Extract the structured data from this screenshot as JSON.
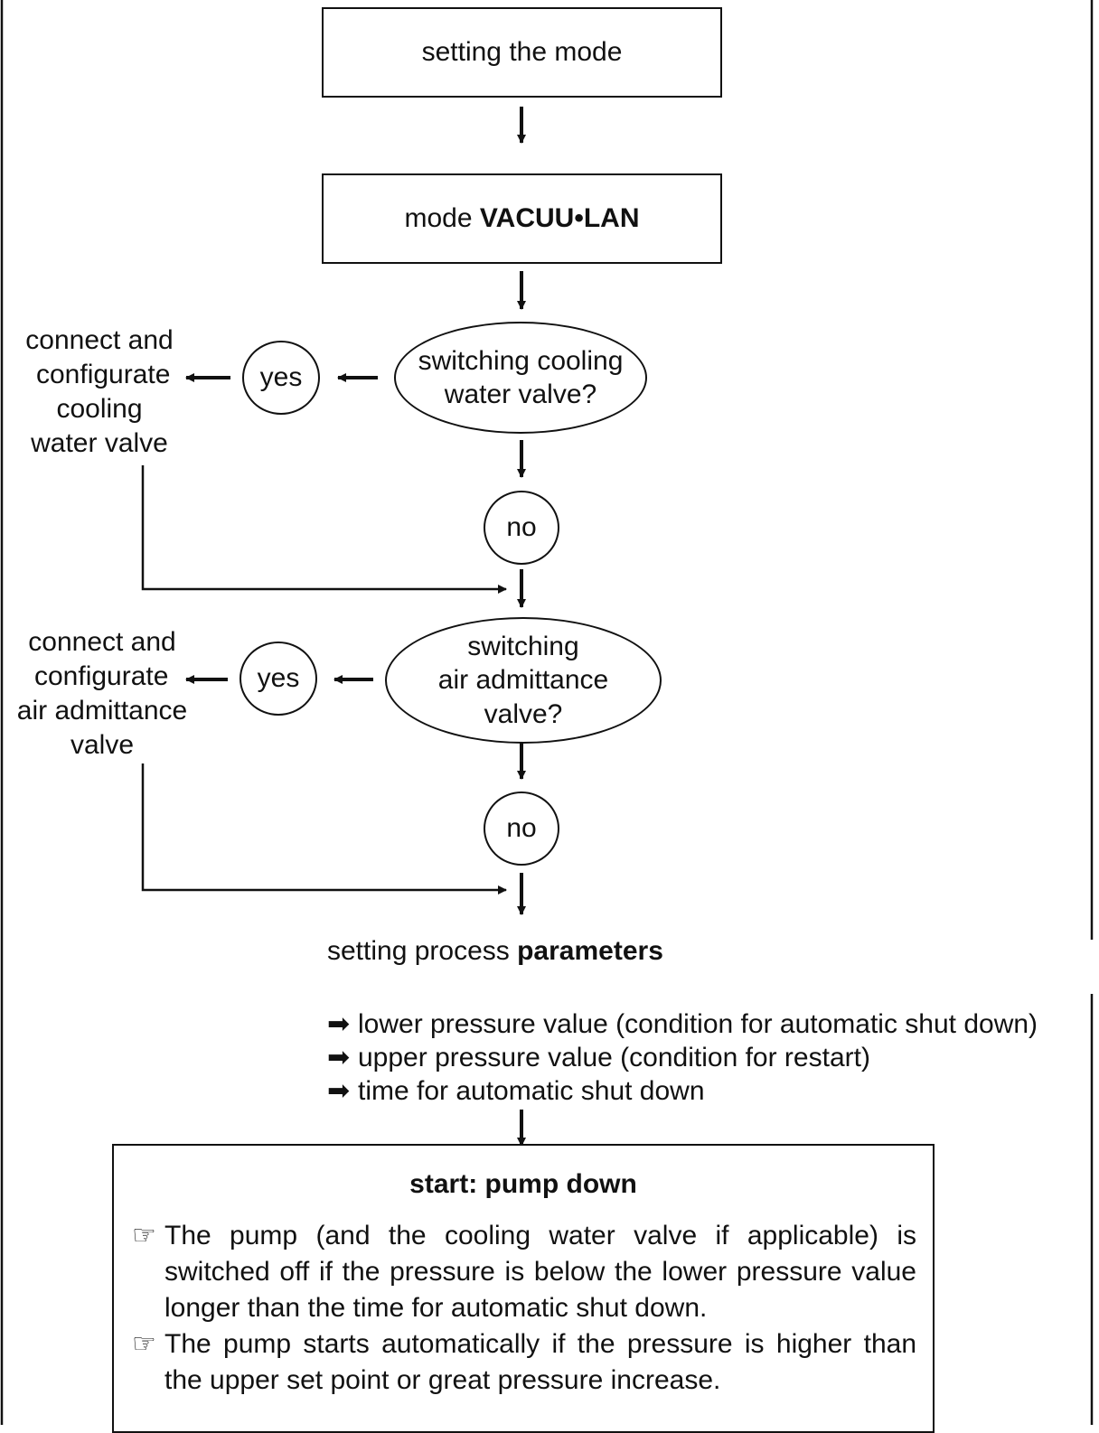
{
  "boxes": {
    "setting_mode": "setting the mode",
    "mode_prefix": "mode ",
    "mode_name": "VACUU•LAN"
  },
  "decisions": {
    "cooling_line1": "switching cooling",
    "cooling_line2": "water valve?",
    "air_line1": "switching",
    "air_line2": "air admittance",
    "air_line3": "valve?"
  },
  "answers": {
    "yes_1": "yes",
    "no_1": "no",
    "yes_2": "yes",
    "no_2": "no"
  },
  "actions": {
    "cooling": [
      "connect and",
      "configurate",
      "cooling",
      "water valve"
    ],
    "air": [
      "connect and",
      "configurate",
      "air admittance",
      "valve"
    ]
  },
  "parameters": {
    "heading_prefix": "setting process ",
    "heading_bold": "parameters",
    "bullet_mark": "➡",
    "items": [
      "lower pressure value (condition for automatic shut down)",
      "upper pressure value (condition for restart)",
      "time for automatic shut down"
    ]
  },
  "start_box": {
    "title": "start: pump down",
    "hand_mark": "☞",
    "notes": [
      "The pump (and the cooling water valve if applicable) is switched off if the pressure is below the lower pressure value longer than the time for automatic shut down.",
      "The pump starts automatically if the pressure is higher than the upper set point or great pressure increase."
    ]
  }
}
